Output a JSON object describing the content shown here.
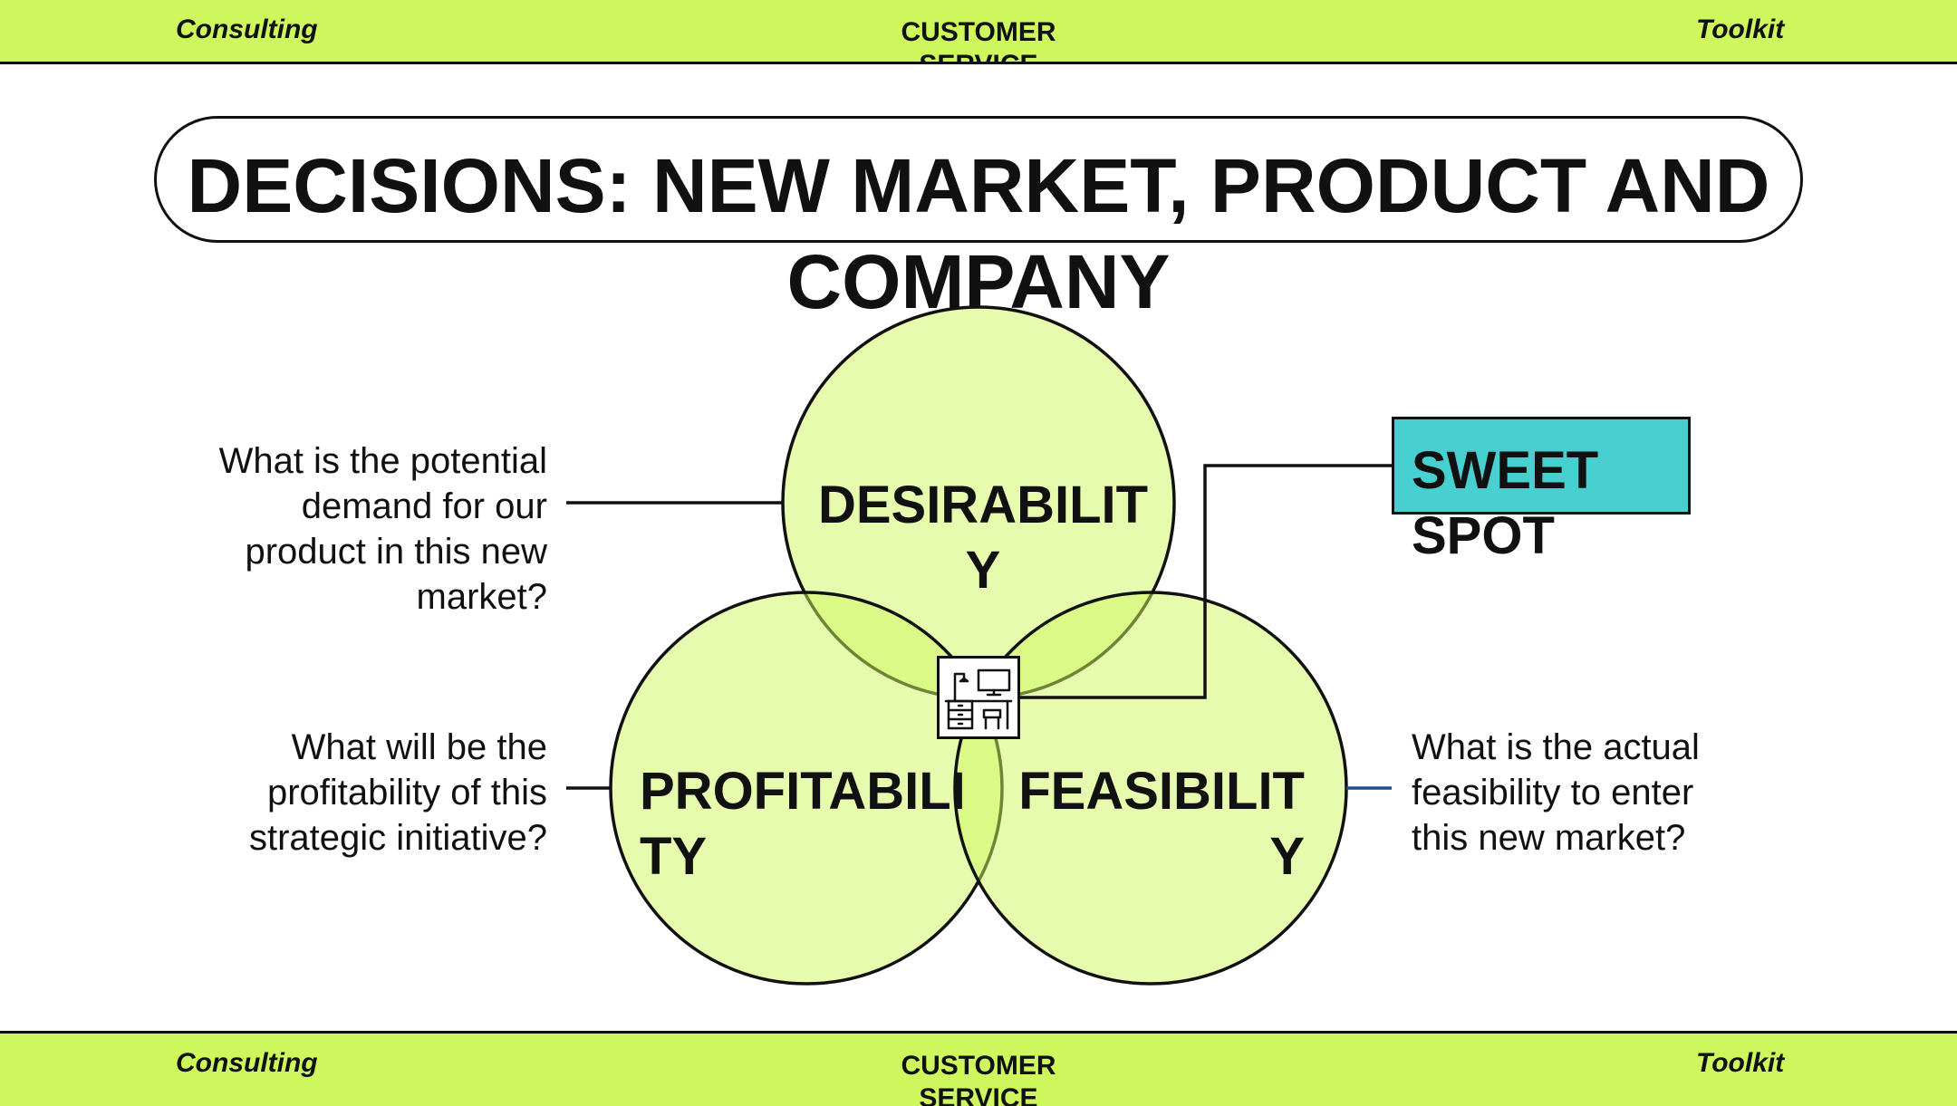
{
  "header": {
    "left": "Consulting",
    "center": "CUSTOMER SERVICE",
    "right": "Toolkit"
  },
  "footer": {
    "left": "Consulting",
    "center": "CUSTOMER SERVICE",
    "right": "Toolkit"
  },
  "title": "DECISIONS: NEW MARKET, PRODUCT AND COMPANY",
  "circles": {
    "desirability": "DESIRABILITY",
    "profitability": "PROFITABILITY",
    "feasibility": "FEASIBILITY"
  },
  "questions": {
    "desirability": "What is the potential demand for our product in this new market?",
    "profitability": "What will be the profitability of this strategic initiative?",
    "feasibility": "What is the actual feasibility to enter this new market?"
  },
  "sweet_spot": "SWEET SPOT",
  "icons": {
    "center": "office-desk-icon"
  },
  "colors": {
    "band": "#cef75d",
    "circle_fill": "#e2f9a4",
    "sweet_spot": "#48cfd0",
    "feasibility_connector": "#1f4e8c"
  }
}
